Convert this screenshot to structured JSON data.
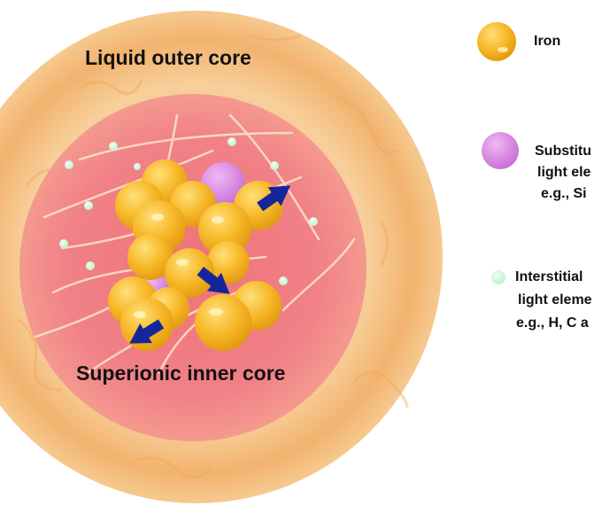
{
  "labels": {
    "outer_core": "Liquid outer core",
    "inner_core": "Superionic inner core"
  },
  "legend": {
    "iron": {
      "label": "Iron",
      "color": "#f7b92a"
    },
    "substitutional": {
      "line1": "Substitu",
      "line2": "light ele",
      "line3": "e.g., Si",
      "color": "#d98ce3"
    },
    "interstitial": {
      "line1": "Interstitial",
      "line2": "light eleme",
      "line3": "e.g., H, C a",
      "color": "#c9f5d8"
    }
  },
  "colors": {
    "outer_ring": "#f6d29a",
    "inner_core": "#f27e85",
    "arrow": "#14269a",
    "trail": "#fbe6c8"
  }
}
